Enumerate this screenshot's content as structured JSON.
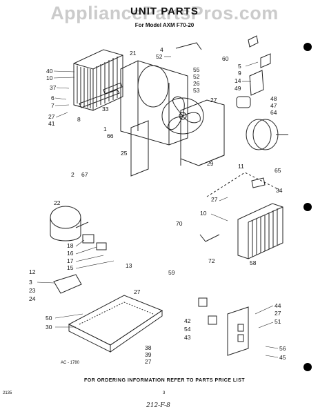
{
  "watermark": "AppliancePartsPros.com",
  "title": "UNIT PARTS",
  "subtitle": "For Model AXM F70-20",
  "footer": "FOR ORDERING INFORMATION REFER TO PARTS PRICE LIST",
  "figure_code": "AC - 1780",
  "corner_code": "2135",
  "page_mark": "3",
  "page_number": "212-F-8",
  "callouts": [
    "40",
    "10",
    "37",
    "6",
    "7",
    "27",
    "41",
    "8",
    "33",
    "21",
    "4",
    "52",
    "60",
    "5",
    "9",
    "14",
    "49",
    "55",
    "52",
    "26",
    "53",
    "27",
    "48",
    "47",
    "64",
    "1",
    "66",
    "25",
    "29",
    "11",
    "2",
    "67",
    "65",
    "34",
    "22",
    "27",
    "10",
    "70",
    "18",
    "16",
    "17",
    "15",
    "13",
    "72",
    "58",
    "59",
    "12",
    "3",
    "23",
    "24",
    "27",
    "50",
    "30",
    "42",
    "54",
    "43",
    "44",
    "27",
    "51",
    "38",
    "39",
    "27",
    "56",
    "45"
  ]
}
